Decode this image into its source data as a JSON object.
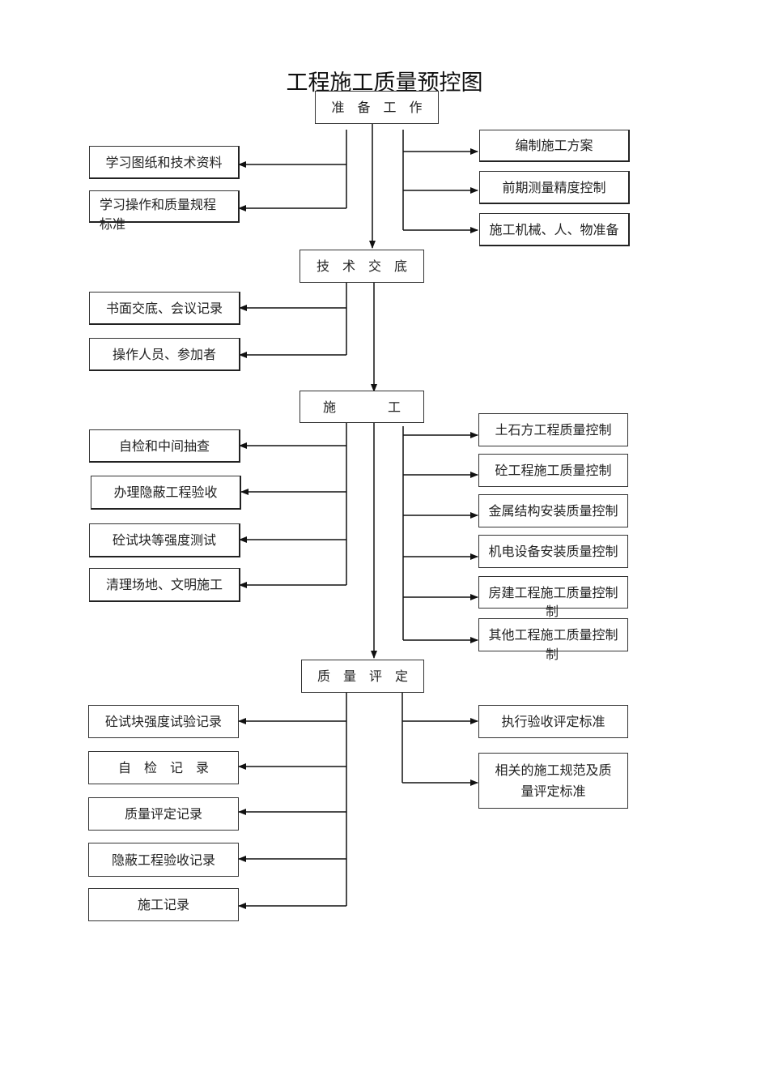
{
  "title": "工程施工质量预控图",
  "stages": {
    "prep": "准　备　工　作",
    "brief": "技　术　交　底",
    "build": "施　　　　工",
    "assess": "质　量　评　定"
  },
  "prep_left": [
    "学习图纸和技术资料",
    "学习操作和质量规程",
    "标准"
  ],
  "prep_right": [
    "编制施工方案",
    "前期测量精度控制",
    "施工机械、人、物准备"
  ],
  "brief_left": [
    "书面交底、会议记录",
    "操作人员、参加者"
  ],
  "build_left": [
    "自检和中间抽查",
    "办理隐蔽工程验收",
    "砼试块等强度测试",
    "清理场地、文明施工"
  ],
  "build_right": [
    "土石方工程质量控制",
    "砼工程施工质量控制",
    "金属结构安装质量控制",
    "机电设备安装质量控制",
    "房建工程施工质量控制",
    "制",
    "其他工程施工质量控制",
    "制"
  ],
  "assess_left": [
    "砼试块强度试验记录",
    "自　检　记　录",
    "质量评定记录",
    "隐蔽工程验收记录",
    "施工记录"
  ],
  "assess_right": [
    "执行验收评定标准",
    "相关的施工规范及质",
    "量评定标准"
  ]
}
